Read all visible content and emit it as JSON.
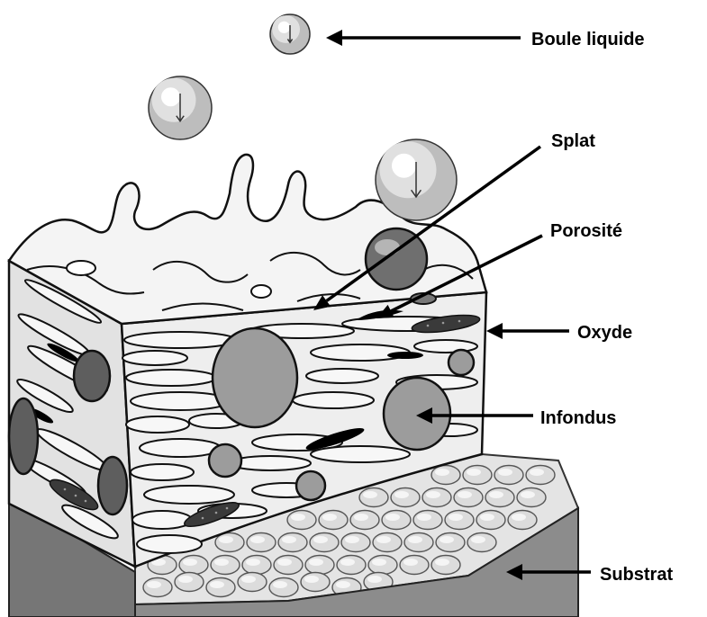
{
  "labels": {
    "boule_liquide": "Boule liquide",
    "splat": "Splat",
    "porosite": "Porosité",
    "oxyde": "Oxyde",
    "infondus": "Infondus",
    "substrat": "Substrat"
  },
  "colors": {
    "background": "#ffffff",
    "ink": "#000000",
    "substrate": "#8c8c8c",
    "unmelted": "#9c9c9c",
    "oxide": "#3a3a3a",
    "porosity": "#000000"
  }
}
